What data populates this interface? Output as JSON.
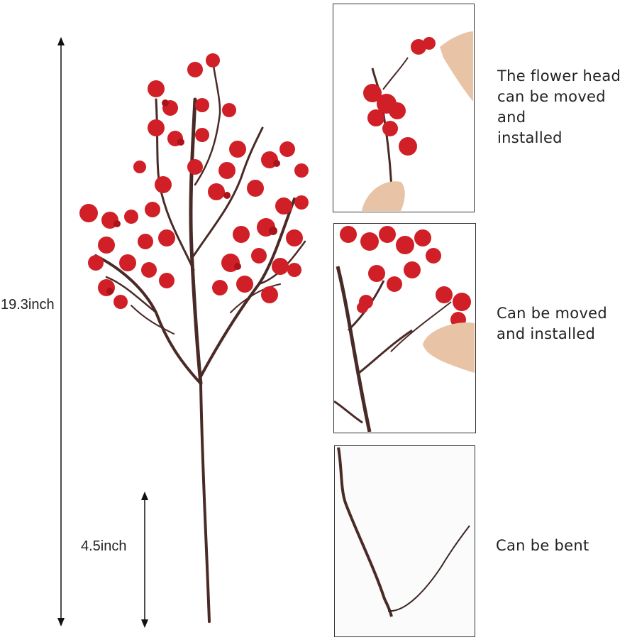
{
  "measurements": {
    "total_height_label": "19.3inch",
    "stem_length_label": "4.5inch"
  },
  "panels": [
    {
      "caption_lines": [
        "The flower head",
        "can be moved and",
        "installed"
      ],
      "image": "flower-head-removal-photo"
    },
    {
      "caption_lines": [
        "Can be moved",
        "and installed"
      ],
      "image": "branch-installation-photo"
    },
    {
      "caption_lines": [
        "Can be bent"
      ],
      "image": "bent-stem-photo"
    }
  ],
  "colors": {
    "flower": "#d01f26",
    "flower_dark": "#a8141a",
    "stem": "#4a2a26",
    "skin": "#e9c3a5"
  }
}
